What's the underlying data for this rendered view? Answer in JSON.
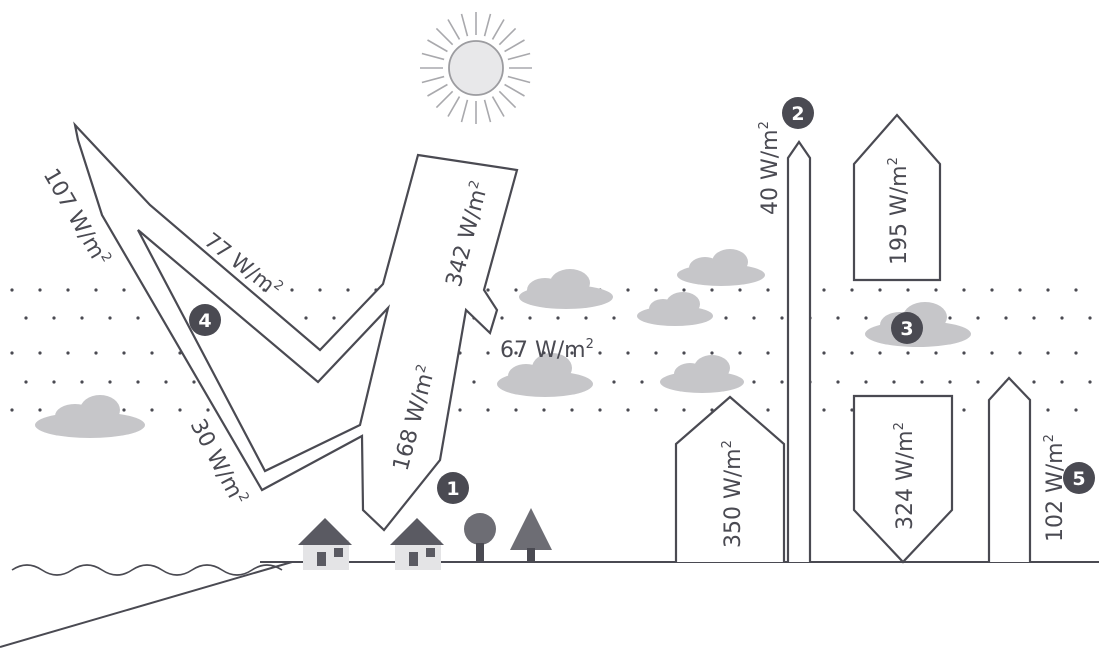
{
  "colors": {
    "outline": "#4a4a52",
    "cloud": "#c6c6c9",
    "badge": "#4a4a52",
    "atmosphere_dots": "#4a4a52",
    "house_roof": "#5a5a62",
    "tree": "#6d6d74"
  },
  "flows": {
    "incoming_solar": {
      "value": "342 W/m",
      "unit_sup": "2"
    },
    "reflected_by_surface": {
      "value": "30 W/m",
      "unit_sup": "2"
    },
    "reflected_by_clouds": {
      "value": "77 W/m",
      "unit_sup": "2"
    },
    "reflected_total": {
      "value": "107 W/m",
      "unit_sup": "2"
    },
    "absorbed_by_atmosphere": {
      "value": "67 W/m",
      "unit_sup": "2"
    },
    "absorbed_by_surface": {
      "value": "168 W/m",
      "unit_sup": "2"
    },
    "atmospheric_window": {
      "value": "40 W/m",
      "unit_sup": "2"
    },
    "emitted_by_atmosphere": {
      "value": "195 W/m",
      "unit_sup": "2"
    },
    "back_radiation": {
      "value": "324 W/m",
      "unit_sup": "2"
    },
    "surface_radiation": {
      "value": "350 W/m",
      "unit_sup": "2"
    },
    "thermals_evapotranspiration": {
      "value": "102 W/m",
      "unit_sup": "2"
    }
  },
  "badges": [
    "1",
    "2",
    "3",
    "4",
    "5"
  ]
}
